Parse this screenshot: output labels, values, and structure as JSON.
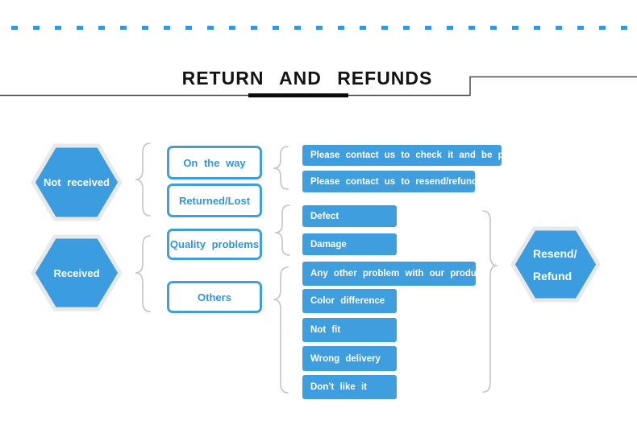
{
  "colors": {
    "accent_blue": "#3f9edd",
    "hexagon_blue": "#3b9de0",
    "hexagon_border": "#e9e9e9",
    "brace_gray": "#c5c5c5",
    "dash_blue": "#3598db",
    "title_black": "#141414"
  },
  "header": {
    "title": "RETURN AND REFUNDS"
  },
  "hexagons": {
    "not_received": "Not received",
    "received": "Received",
    "result_line1": "Resend/",
    "result_line2": "Refund"
  },
  "categories": {
    "on_the_way": "On the way",
    "returned_lost": "Returned/Lost",
    "quality_problems": "Quality problems",
    "others": "Others"
  },
  "outcomes": {
    "check_patient": "Please contact us to check it and be patient",
    "resend_refund": "Please contact us to resend/refund",
    "defect": "Defect",
    "damage": "Damage",
    "any_other": "Any other problem with our products",
    "color_difference": "Color difference",
    "not_fit": "Not fit",
    "wrong_delivery": "Wrong delivery",
    "dont_like": "Don’t like it"
  }
}
